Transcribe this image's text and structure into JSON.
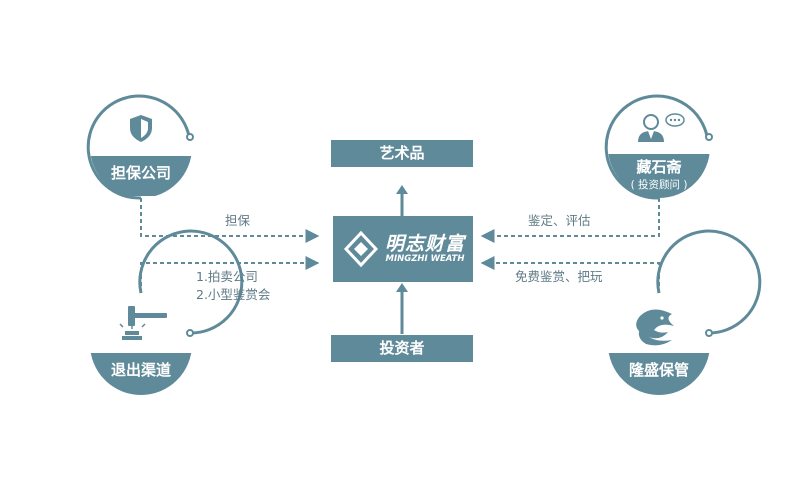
{
  "center": {
    "brand_cn": "明志财富",
    "brand_en": "MINGZHI WEATH"
  },
  "top_box": {
    "label": "艺术品"
  },
  "bottom_box": {
    "label": "投资者"
  },
  "nodes": {
    "guarantee": {
      "label": "担保公司",
      "icon": "shield-icon"
    },
    "exit": {
      "label": "退出渠道",
      "icon": "gavel-icon"
    },
    "advisor": {
      "label": "藏石斋",
      "sublabel": "( 投资顾问 )",
      "icon": "advisor-person-icon"
    },
    "custody": {
      "label": "隆盛保管",
      "icon": "dragon-logo-icon"
    }
  },
  "edges": {
    "guarantee": "担保",
    "exit_1": "1.拍卖公司",
    "exit_2": "2.小型鉴赏会",
    "advisor": "鉴定、评估",
    "custody": "免费鉴赏、把玩"
  },
  "colors": {
    "primary": "#5f8a99",
    "text": "#5f7b87",
    "dashed": "#5f8a99"
  }
}
